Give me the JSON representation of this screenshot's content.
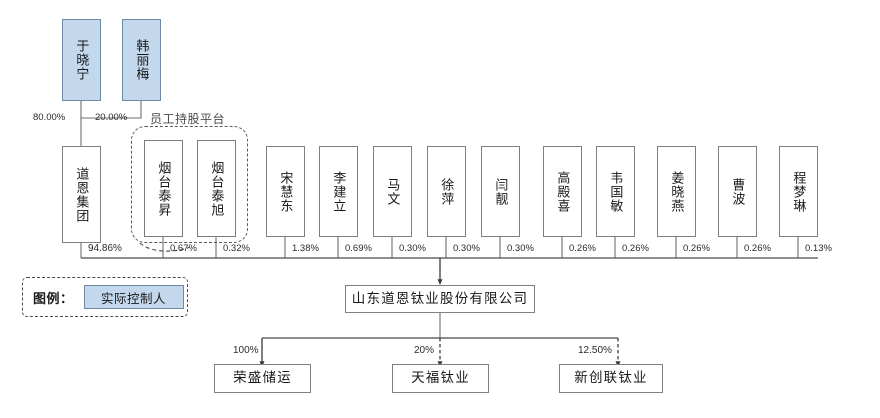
{
  "diagram": {
    "title_note": "员工持股平台",
    "controllers": [
      {
        "name": "于晓宁",
        "pct": "80.00%"
      },
      {
        "name": "韩丽梅",
        "pct": "20.00%"
      }
    ],
    "holding_group": {
      "name": "道恩集团",
      "pct": "94.86%"
    },
    "employee_platforms": [
      {
        "name": "烟台泰昇",
        "pct": "0.67%"
      },
      {
        "name": "烟台泰旭",
        "pct": "0.32%"
      }
    ],
    "individual_shareholders": [
      {
        "name": "宋慧东",
        "pct": "1.38%"
      },
      {
        "name": "李建立",
        "pct": "0.69%"
      },
      {
        "name": "马文",
        "pct": "0.30%"
      },
      {
        "name": "徐萍",
        "pct": "0.30%"
      },
      {
        "name": "闫靓",
        "pct": "0.30%"
      },
      {
        "name": "高殿喜",
        "pct": "0.26%"
      },
      {
        "name": "韦国敏",
        "pct": "0.26%"
      },
      {
        "name": "姜晓燕",
        "pct": "0.26%"
      },
      {
        "name": "曹波",
        "pct": "0.26%"
      },
      {
        "name": "程梦琳",
        "pct": "0.13%"
      }
    ],
    "company": {
      "name": "山东道恩钛业股份有限公司"
    },
    "subsidiaries": [
      {
        "name": "荣盛储运",
        "pct": "100%",
        "line": "solid"
      },
      {
        "name": "天福钛业",
        "pct": "20%",
        "line": "dashed"
      },
      {
        "name": "新创联钛业",
        "pct": "12.50%",
        "line": "dashed"
      }
    ],
    "legend": {
      "label": "图例：",
      "swatch_text": "实际控制人",
      "swatch_color": "#c3d8ed"
    }
  }
}
